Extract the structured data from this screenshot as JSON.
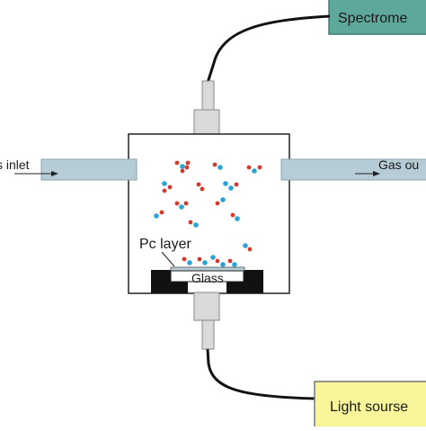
{
  "diagram": {
    "labels": {
      "spectrometer": "Spectrome",
      "gas_inlet": "s inlet",
      "gas_outlet": "Gas ou",
      "pc_layer": "Pc layer",
      "glass": "Glass",
      "light_source": "Light sourse"
    },
    "colors": {
      "spectrometer_box": "#5ea79b",
      "light_source_box": "#f8f59a",
      "pipe": "#b6ccd6",
      "connector": "#d9d9d9",
      "fiber": "#111111",
      "molecule_red": "#d43b2f",
      "molecule_blue": "#2aa3d6",
      "holder": "#111111"
    }
  }
}
